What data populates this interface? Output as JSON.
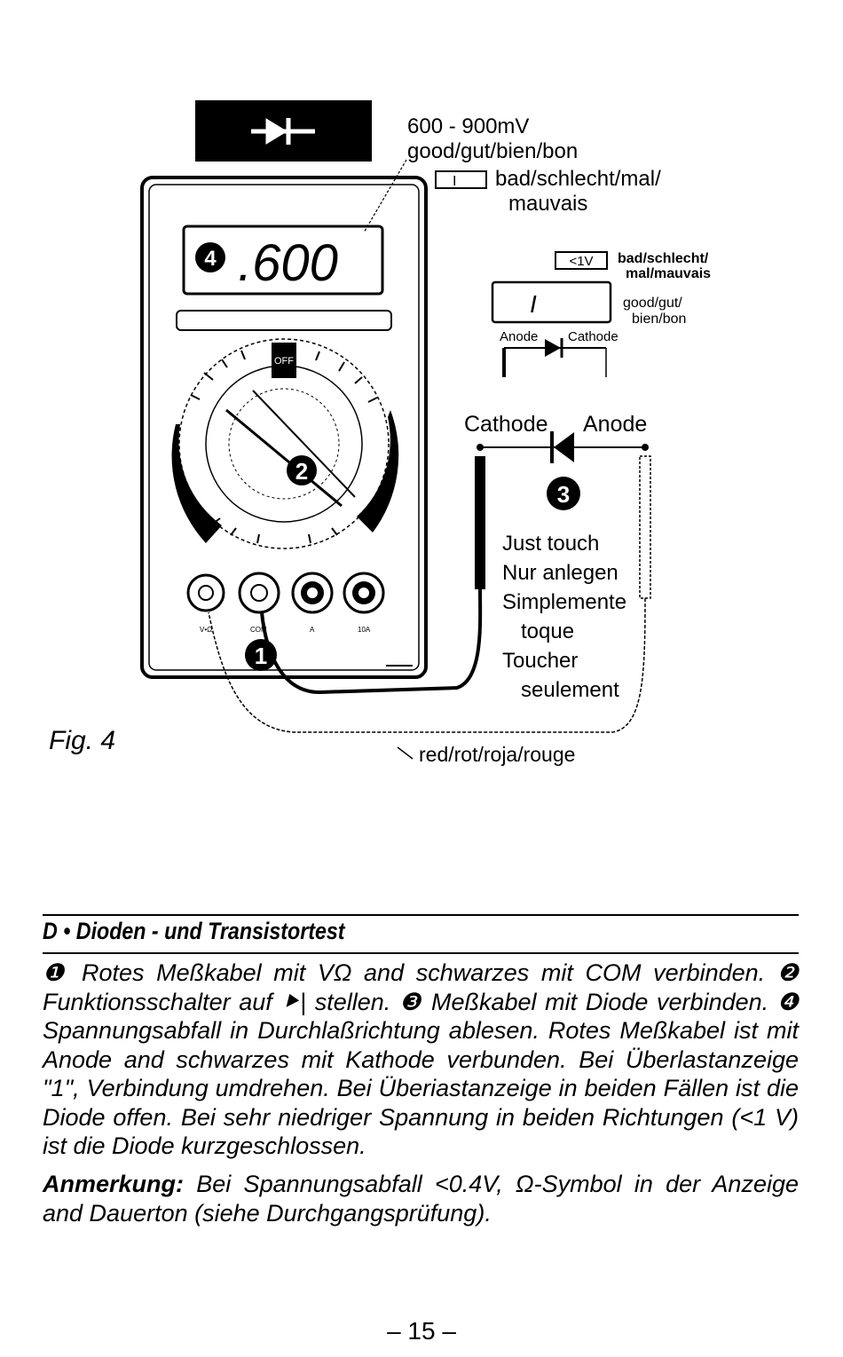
{
  "figure": {
    "title": "Fig. 4",
    "good_range": "600 - 900mV",
    "good_label": "good/gut/bien/bon",
    "bad_display": "I",
    "bad_label_1": "bad/schlecht/mal/",
    "bad_label_2": "mauvais",
    "lcd_marker": "4",
    "lcd_reading": ".600",
    "short_display": "<1V",
    "short_label_1": "bad/schlecht/",
    "short_label_2": "mal/mauvais",
    "good_display": "I",
    "good2_label_1": "good/gut/",
    "good2_label_2": "bien/bon",
    "small_anode": "Anode",
    "small_cathode": "Cathode",
    "cathode_label": "Cathode",
    "anode_label": "Anode",
    "step1": "1",
    "step2": "2",
    "step3": "3",
    "touch_lines": [
      "Just touch",
      "Nur anlegen",
      "Simplemente",
      "toque",
      "Toucher",
      "seulement"
    ],
    "lead_label": "red/rot/roja/rouge",
    "dial_off": "OFF",
    "jack_labels": [
      "V•Ω",
      "COM",
      "A",
      "10A"
    ]
  },
  "section": {
    "heading": "D • Dioden - und Transistortest",
    "paragraph": "❶ Rotes Meßkabel mit VΩ and schwarzes mit COM verbinden. ❷ Funktionsschalter auf ⯈| stellen. ❸ Meßkabel mit Diode verbinden. ❹ Spannungsabfall in Durchlaßrichtung ablesen. Rotes Meßkabel ist mit Anode and schwarzes mit Kathode verbunden. Bei Überlastanzeige \"1\", Verbindung umdrehen. Bei Überiastanzeige in beiden Fällen ist die Diode offen. Bei sehr niedriger Spannung in beiden Richtungen (<1 V) ist die Diode kurzgeschlossen.",
    "note_label": "Anmerkung:",
    "note_text": " Bei Spannungsabfall <0.4V, Ω-Symbol in der Anzeige and Dauerton (siehe Durchgangsprüfung)."
  },
  "page_number": "– 15 –"
}
